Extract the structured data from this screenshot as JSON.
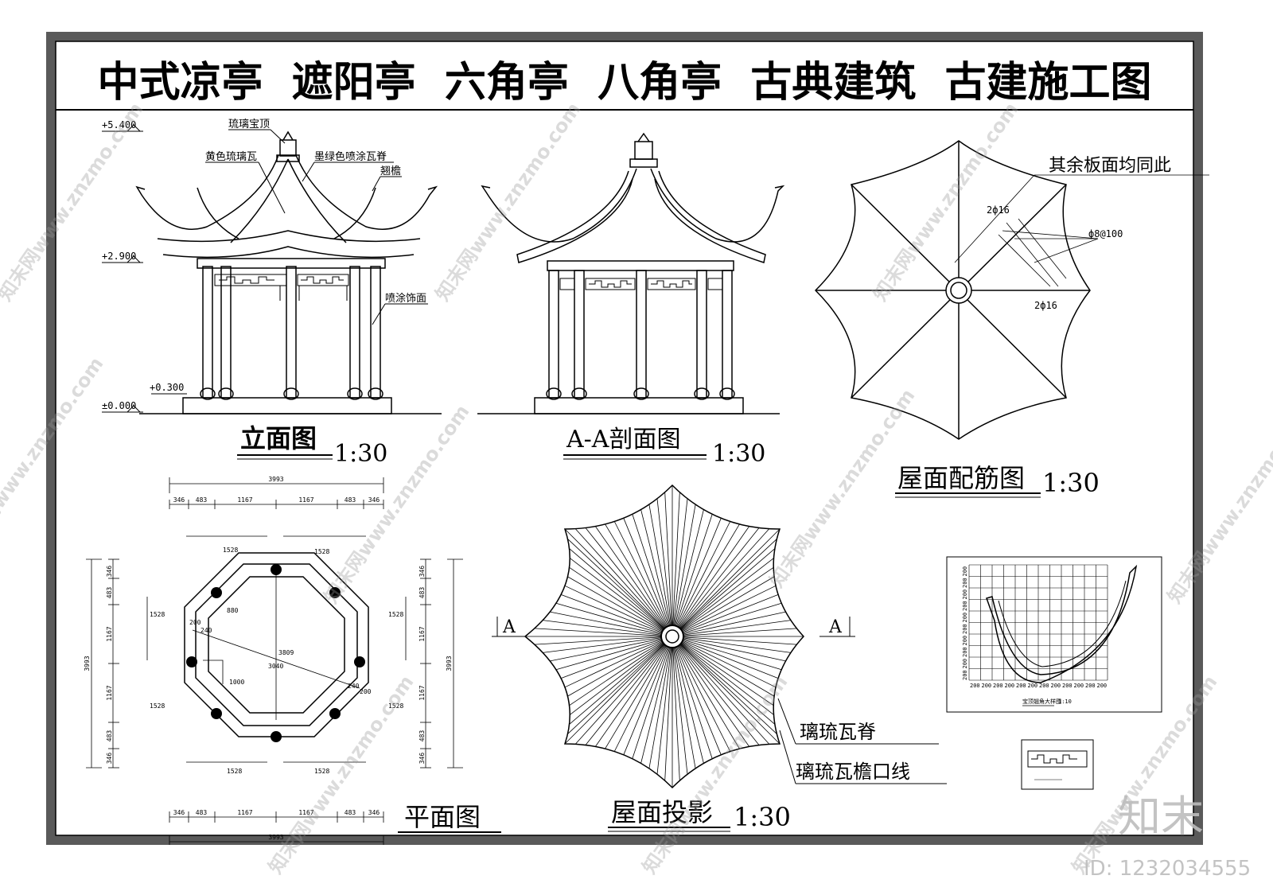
{
  "title": "中式凉亭  遮阳亭  六角亭  八角亭  古典建筑  古建施工图",
  "elevation": {
    "label": "立面图",
    "scale": "1:30",
    "levels": [
      "+5.400",
      "+2.900",
      "+0.300",
      "±0.000"
    ],
    "notes": [
      "琉璃宝顶",
      "黄色琉璃瓦",
      "墨绿色喷涂瓦脊",
      "翘檐",
      "喷涂饰面"
    ]
  },
  "section": {
    "label": "A-A剖面图",
    "scale": "1:30"
  },
  "rebar": {
    "label": "屋面配筋图",
    "scale": "1:30",
    "notes": [
      "其余板面均同此",
      "2ф16",
      "ф8@100",
      "2ф16"
    ]
  },
  "plan": {
    "label": "平面图",
    "top_dims": [
      "3993",
      "346",
      "483",
      "1167",
      "1167",
      "483",
      "346"
    ],
    "bottom_dims": [
      "346",
      "483",
      "1167",
      "1167",
      "483",
      "346",
      "3993"
    ],
    "side_dims": [
      "346",
      "483",
      "1167",
      "1167",
      "483",
      "346",
      "3993"
    ],
    "edge_dims": [
      "1528",
      "1528",
      "1528",
      "1528",
      "1528",
      "1528",
      "1528",
      "1528"
    ],
    "inner_dims": [
      "3809",
      "3040",
      "1000",
      "880",
      "200",
      "240",
      "240",
      "200"
    ]
  },
  "roof_projection": {
    "label": "屋面投影",
    "scale": "1:30",
    "section_marks": [
      "A",
      "A"
    ],
    "notes": [
      "璃琉瓦脊",
      "璃琉瓦檐口线"
    ]
  },
  "detail": {
    "grid_values": [
      "200",
      "200",
      "200",
      "200",
      "200",
      "200",
      "200",
      "200",
      "200",
      "200",
      "200",
      "200"
    ],
    "caption": "宝顶翘角大样图",
    "caption_scale": "1:10"
  },
  "watermark": {
    "text": "知末网www.znzmo.com",
    "brand": "知末",
    "id": "ID: 1232034555"
  }
}
